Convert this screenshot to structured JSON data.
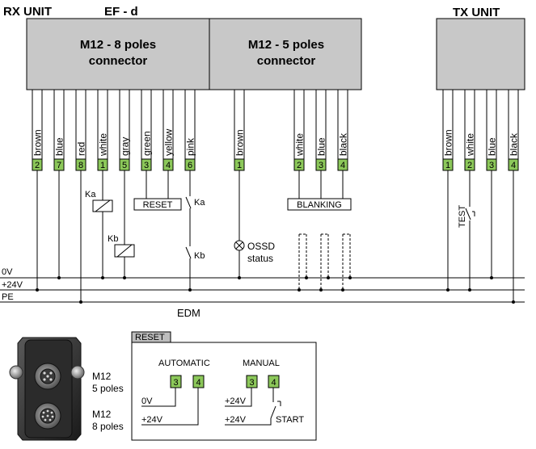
{
  "header": {
    "rx_unit": "RX UNIT",
    "ef_model": "EF - d",
    "tx_unit": "TX UNIT"
  },
  "connectors": {
    "m12_8": {
      "line1": "M12 - 8 poles",
      "line2": "connector"
    },
    "m12_5": {
      "line1": "M12 - 5 poles",
      "line2": "connector"
    }
  },
  "rx8_wires": [
    {
      "color": "brown",
      "pin": "2"
    },
    {
      "color": "blue",
      "pin": "7"
    },
    {
      "color": "red",
      "pin": "8"
    },
    {
      "color": "white",
      "pin": "1"
    },
    {
      "color": "gray",
      "pin": "5"
    },
    {
      "color": "green",
      "pin": "3"
    },
    {
      "color": "yellow",
      "pin": "4"
    },
    {
      "color": "pink",
      "pin": "6"
    }
  ],
  "rx5_wires": [
    {
      "color": "brown",
      "pin": "1"
    },
    {
      "color": "white",
      "pin": "2"
    },
    {
      "color": "blue",
      "pin": "3"
    },
    {
      "color": "black",
      "pin": "4"
    }
  ],
  "tx_wires": [
    {
      "color": "brown",
      "pin": "1"
    },
    {
      "color": "white",
      "pin": "2"
    },
    {
      "color": "blue",
      "pin": "3"
    },
    {
      "color": "black",
      "pin": "4"
    }
  ],
  "labels": {
    "ka": "Ka",
    "kb": "Kb",
    "reset": "RESET",
    "blanking": "BLANKING",
    "ossd": "OSSD",
    "status": "status",
    "test": "TEST",
    "edm": "EDM"
  },
  "rails": {
    "zero_v": "0V",
    "plus24": "+24V",
    "pe": "PE"
  },
  "device": {
    "m12_5_line1": "M12",
    "m12_5_line2": "5 poles",
    "m12_8_line1": "M12",
    "m12_8_line2": "8 poles"
  },
  "reset_box": {
    "tab": "RESET",
    "automatic": "AUTOMATIC",
    "manual": "MANUAL",
    "pin3": "3",
    "pin4": "4",
    "zero_v": "0V",
    "plus24": "+24V",
    "start": "START"
  },
  "colors": {
    "connector_fill": "#c8c8c8",
    "pin_green": "#8cc85a",
    "tab_fill": "#bdbdbd"
  }
}
